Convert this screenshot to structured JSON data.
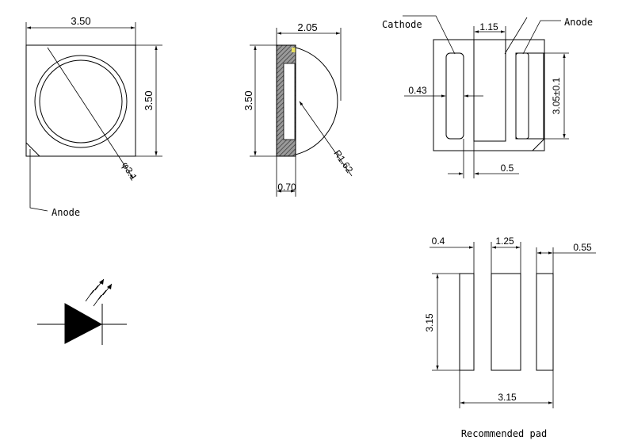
{
  "top_view": {
    "width_dim": "3.50",
    "height_dim": "3.50",
    "diameter_dim": "φ3.1",
    "pin_label": "Anode"
  },
  "side_view": {
    "width_dim": "2.05",
    "height_dim": "3.50",
    "radius_dim": "R1.62",
    "base_dim": "0.70"
  },
  "bottom_view": {
    "cathode_label": "Cathode",
    "anode_label": "Anode",
    "pad_width_dim": "1.15",
    "pad_height_dim": "3.05±0.1",
    "side_pad_dim": "0.43",
    "gap_dim": "0.5"
  },
  "recommended_pad": {
    "left_dim": "0.4",
    "center_dim": "1.25",
    "right_dim": "0.55",
    "height_dim": "3.15",
    "total_dim": "3.15",
    "caption": "Recommended pad"
  },
  "symbol": {
    "icon": "led-diode-symbol",
    "color": "#000000"
  }
}
